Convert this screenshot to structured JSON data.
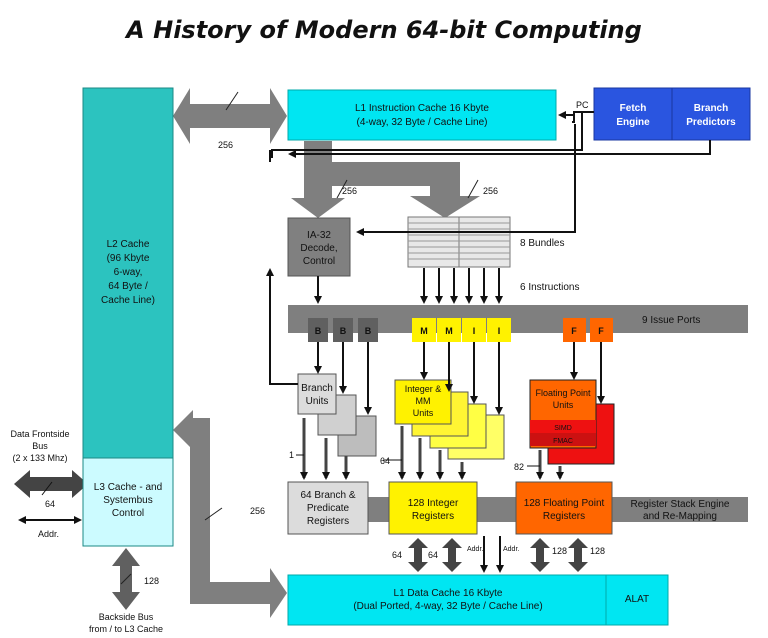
{
  "title": "A History of Modern 64-bit Computing",
  "colors": {
    "cyan": "#00e6f2",
    "teal": "#2cc3bf",
    "light_cyan": "#ccfbff",
    "blue": "#2a55e0",
    "gray": "#7f7f7f",
    "dark_gray": "#606060",
    "yellow": "#fff200",
    "orange": "#ff6600",
    "red": "#ee1111"
  },
  "blocks": {
    "l2_cache": [
      "L2 Cache",
      "(96 Kbyte",
      "6-way,",
      "64 Byte /",
      "Cache Line)"
    ],
    "l3_control": [
      "L3 Cache - and",
      "Systembus",
      "Control"
    ],
    "l1_icache": [
      "L1 Instruction Cache 16 Kbyte",
      "(4-way, 32 Byte / Cache Line)"
    ],
    "fetch_engine": [
      "Fetch",
      "Engine"
    ],
    "branch_predictors": [
      "Branch",
      "Predictors"
    ],
    "ia32_decode": [
      "IA-32",
      "Decode,",
      "Control"
    ],
    "branch_units": [
      "Branch",
      "Units"
    ],
    "integer_mm_units": [
      "Integer &",
      "MM",
      "Units"
    ],
    "fp_units": [
      "Floating Point",
      "Units"
    ],
    "simd": "SIMD",
    "fmac": "FMAC",
    "branch_registers": [
      "64 Branch &",
      "Predicate",
      "Registers"
    ],
    "integer_registers": [
      "128 Integer",
      "Registers"
    ],
    "fp_registers": [
      "128 Floating Point",
      "Registers"
    ],
    "l1_dcache": [
      "L1 Data Cache 16 Kbyte",
      "(Dual Ported, 4-way, 32 Byte / Cache Line)"
    ],
    "alat": "ALAT"
  },
  "labels": {
    "pc": "PC",
    "w256_a": "256",
    "w256_b": "256",
    "w256_c": "256",
    "w256_d": "256",
    "bundles": "8 Bundles",
    "instructions": "6 Instructions",
    "issue_ports": "9 Issue Ports",
    "port_b": "B",
    "port_m": "M",
    "port_i": "I",
    "port_f": "F",
    "register_stack": [
      "Register Stack Engine",
      "and Re-Mapping"
    ],
    "frontside_bus": [
      "Data Frontside",
      "Bus",
      "(2 x 133 Mhz)"
    ],
    "w64_bus": "64",
    "addr_left": "Addr.",
    "w128_backside": "128",
    "backside_bus": [
      "Backside Bus",
      "from / to L3 Cache"
    ],
    "w1": "1",
    "w64_int": "64",
    "w82": "82",
    "w64_a": "64",
    "w64_b": "64",
    "addr_a": "Addr.",
    "addr_b": "Addr.",
    "w128_a": "128",
    "w128_b": "128"
  }
}
